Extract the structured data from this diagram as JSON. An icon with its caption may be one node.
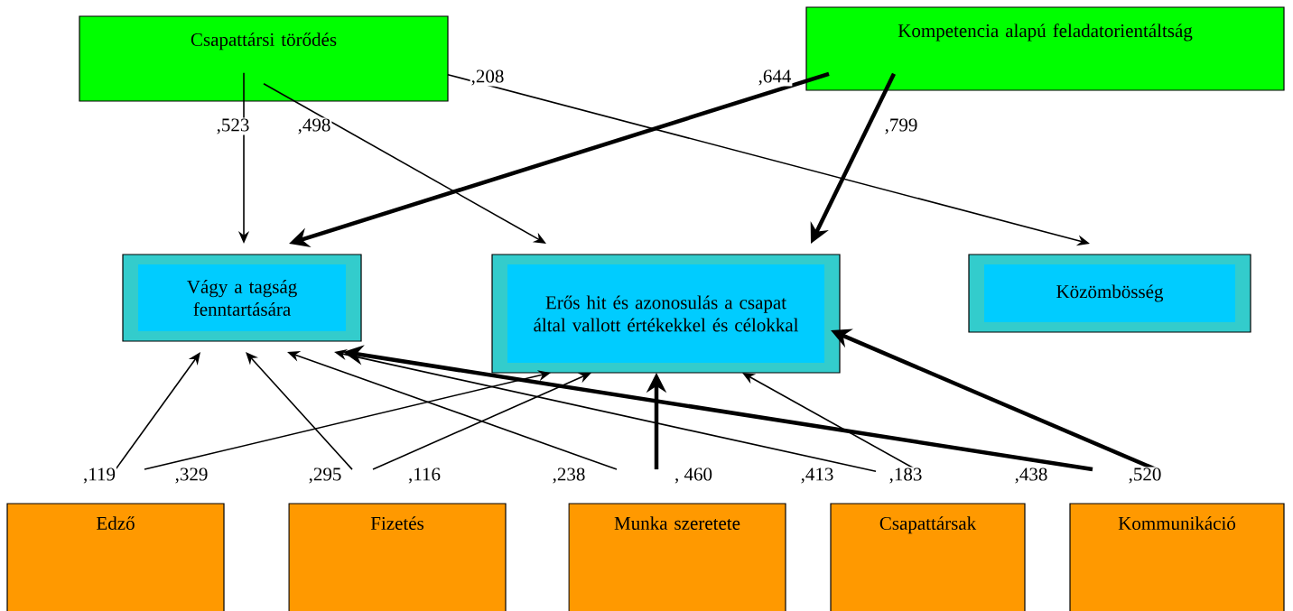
{
  "diagram": {
    "nodes": [
      {
        "text": [
          "Csapattársi törődés"
        ]
      },
      {
        "text": [
          "Kompetencia alapú feladatorientáltság"
        ]
      },
      {
        "text": [
          "Vágy a tagság fenntartására"
        ]
      },
      {
        "text": [
          "Erős hit és azonosulás a csapat által vallott értékekkel és célokkal"
        ]
      },
      {
        "text": [
          "Közömbösség"
        ]
      },
      {
        "text": [
          "Edző"
        ]
      },
      {
        "text": [
          "Fizetés"
        ]
      },
      {
        "text": [
          "Munka szeretete"
        ]
      },
      {
        "text": [
          "Csapattársak"
        ]
      },
      {
        "text": [
          "Kommunikáció"
        ]
      }
    ],
    "edges": [
      {
        "from": 0,
        "to": 2,
        "arrow": "to",
        "label": ",523"
      },
      {
        "from": 0,
        "to": 3,
        "arrow": "to",
        "label": ",498"
      },
      {
        "from": 0,
        "to": 4,
        "arrow": "to",
        "label": ",208"
      },
      {
        "from": 1,
        "to": 2,
        "arrow": "to",
        "label": ",644",
        "style": "thick"
      },
      {
        "from": 1,
        "to": 3,
        "arrow": "to",
        "label": ",799",
        "style": "thick"
      },
      {
        "from": 5,
        "to": 2,
        "arrow": "to",
        "label": ",119"
      },
      {
        "from": 5,
        "to": 3,
        "arrow": "to",
        "label": ",329"
      },
      {
        "from": 6,
        "to": 2,
        "arrow": "to",
        "label": ",295"
      },
      {
        "from": 6,
        "to": 3,
        "arrow": "to",
        "label": ",116"
      },
      {
        "from": 7,
        "to": 2,
        "arrow": "to",
        "label": ",238"
      },
      {
        "from": 7,
        "to": 3,
        "arrow": "to",
        "label": ", 460",
        "style": "thick"
      },
      {
        "from": 8,
        "to": 2,
        "arrow": "to",
        "label": ",413"
      },
      {
        "from": 8,
        "to": 3,
        "arrow": "to",
        "label": ",183"
      },
      {
        "from": 9,
        "to": 2,
        "arrow": "to",
        "label": ",438",
        "style": "thick"
      },
      {
        "from": 9,
        "to": 3,
        "arrow": "to",
        "label": ",520",
        "style": "thick"
      }
    ]
  }
}
